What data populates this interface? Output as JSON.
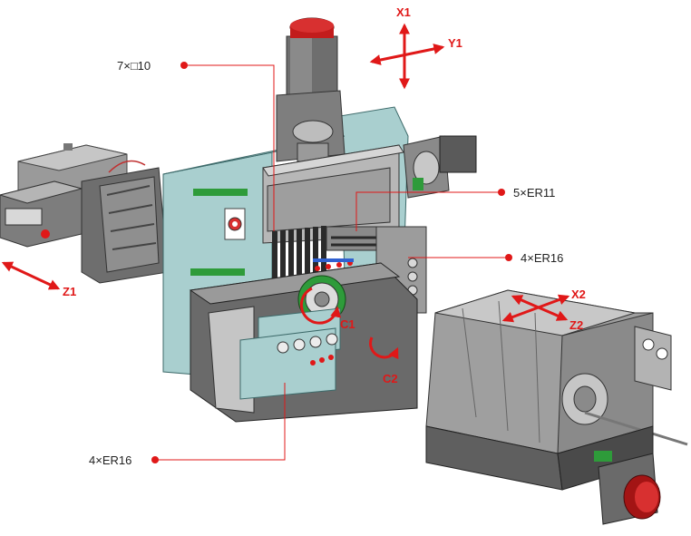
{
  "callouts": {
    "turret_tools": "7×□10",
    "er11_tools": "5×ER11",
    "er16_upper": "4×ER16",
    "er16_lower": "4×ER16"
  },
  "axes": {
    "x1": "X1",
    "y1": "Y1",
    "z1": "Z1",
    "x2": "X2",
    "z2": "Z2",
    "c1": "C1",
    "c2": "C2"
  },
  "colors": {
    "accent": "#e01818",
    "frame_teal": "#a9cfcf",
    "body_gray": "#8c8c8c",
    "light_gray": "#c8c8c8",
    "dark_gray": "#5a5a5a",
    "green": "#2e9b3a",
    "motor_red": "#a31414"
  }
}
